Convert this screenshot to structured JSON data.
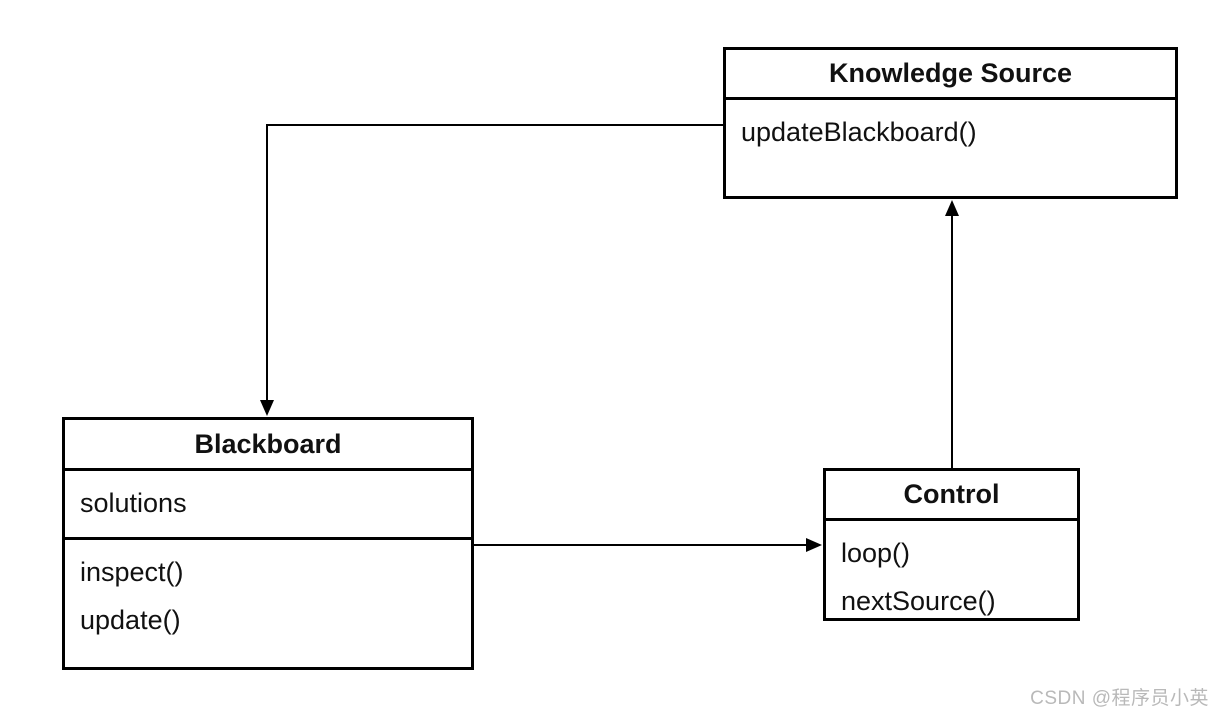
{
  "diagram": {
    "type": "uml-class-diagram",
    "classes": {
      "knowledge_source": {
        "title": "Knowledge Source",
        "attributes": [],
        "methods": [
          "updateBlackboard()"
        ]
      },
      "blackboard": {
        "title": "Blackboard",
        "attributes": [
          "solutions"
        ],
        "methods": [
          "inspect()",
          "update()"
        ]
      },
      "control": {
        "title": "Control",
        "attributes": [],
        "methods": [
          "loop()",
          "nextSource()"
        ]
      }
    },
    "relations": [
      {
        "from": "Knowledge Source",
        "to": "Blackboard",
        "style": "solid-arrow",
        "description": "arrow leaves left side of Knowledge Source, goes left then down into top of Blackboard"
      },
      {
        "from": "Blackboard",
        "to": "Control",
        "style": "solid-arrow",
        "description": "arrow leaves right side of Blackboard into left side of Control"
      },
      {
        "from": "Control",
        "to": "Knowledge Source",
        "style": "solid-arrow",
        "description": "arrow leaves top of Control up into bottom of Knowledge Source"
      }
    ]
  },
  "watermark": "CSDN @程序员小英",
  "colors": {
    "line": "#000000",
    "background": "#ffffff",
    "text": "#111111",
    "watermark": "#b9b9b9"
  }
}
